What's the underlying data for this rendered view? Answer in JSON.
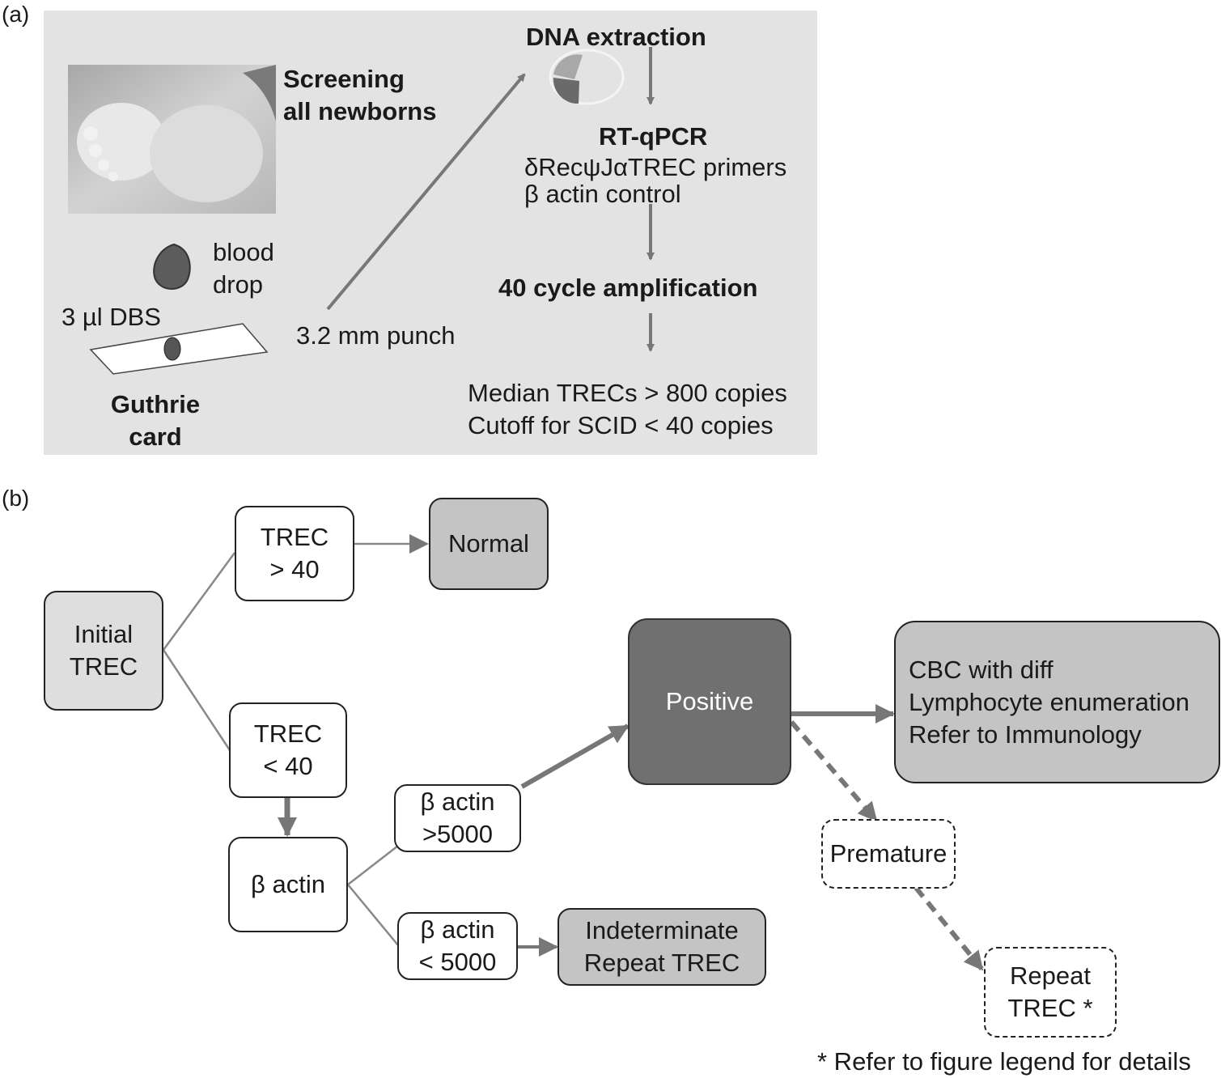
{
  "panel_a": {
    "label": "(a)",
    "screening": "Screening\nall newborns",
    "blood_drop": "blood\ndrop",
    "dbs": "3 µl DBS",
    "guthrie": "Guthrie\ncard",
    "punch": "3.2 mm punch",
    "dna_extraction": "DNA extraction",
    "rtqpcr_title": "RT-qPCR",
    "primers": "δRecψJαTREC primers",
    "actin_control": "β actin control",
    "amplification": "40 cycle amplification",
    "median": "Median TRECs > 800 copies",
    "cutoff": "Cutoff for SCID < 40 copies"
  },
  "panel_b": {
    "label": "(b)",
    "initial_trec": "Initial\nTREC",
    "trec_gt40": "TREC\n> 40",
    "normal": "Normal",
    "trec_lt40": "TREC\n< 40",
    "beta_actin": "β actin",
    "actin_gt5000": "β actin\n>5000",
    "actin_lt5000": "β actin\n< 5000",
    "indeterminate": "Indeterminate\nRepeat TREC",
    "positive": "Positive",
    "followup": "CBC with diff\nLymphocyte enumeration\nRefer to Immunology",
    "premature": "Premature",
    "repeat_trec": "Repeat\nTREC *",
    "footnote": "* Refer to figure legend for details"
  }
}
